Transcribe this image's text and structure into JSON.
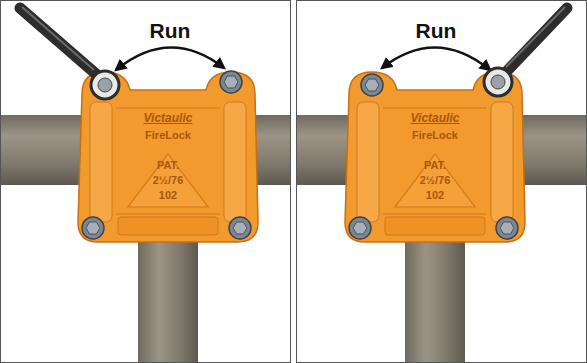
{
  "diagram": {
    "labels": [
      "Run",
      "Victaulic",
      "FireLock",
      "PAT.",
      "2½/76",
      "102",
      "Run",
      "Victaulic",
      "FireLock",
      "PAT.",
      "2½/76",
      "102"
    ]
  }
}
